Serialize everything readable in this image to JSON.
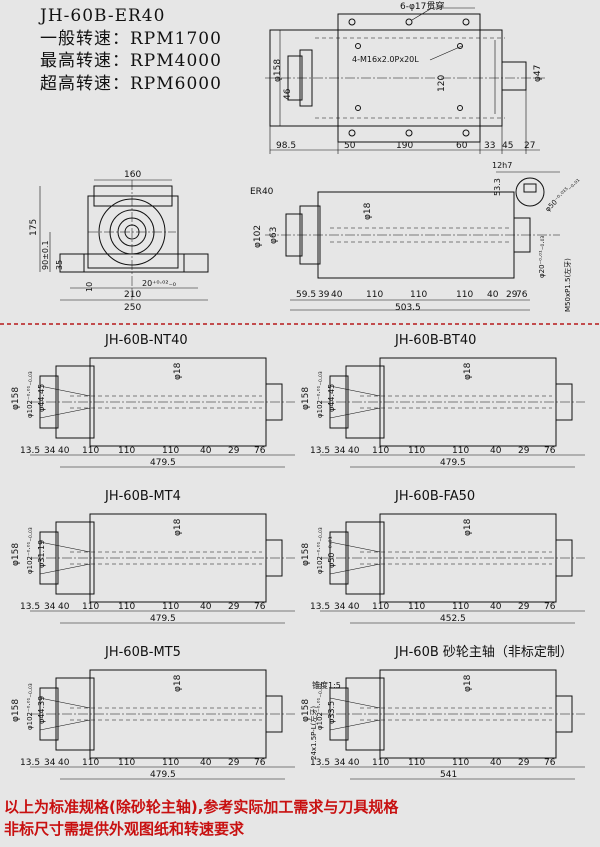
{
  "header": {
    "model": "JH-60B-ER40",
    "specs": [
      "一般转速：RPM1700",
      "最高转速：RPM4000",
      "超高转速：RPM6000"
    ]
  },
  "top_drawing": {
    "hole_note": "6-φ17贯穿",
    "thread_note": "4-M16x2.0Px20L",
    "dims": {
      "d158": "φ158",
      "d46": "46",
      "d120": "120",
      "d47": "φ47",
      "bottom": [
        "98.5",
        "50",
        "190",
        "60",
        "33",
        "45",
        "27"
      ]
    }
  },
  "front_view": {
    "dims": {
      "d160": "160",
      "d175": "175",
      "d90": "90±0.1",
      "d35": "35",
      "d10": "10",
      "d20": "20⁺⁰·⁰²₋₀",
      "d210": "210",
      "d250": "250"
    }
  },
  "side_view": {
    "labels": {
      "er40": "ER40",
      "d102": "φ102",
      "d63": "φ63",
      "d18": "φ18",
      "key": "12h7",
      "d533": "53.3",
      "d50": "φ50⁻⁰·⁰¹⁵₋₀.₀₁",
      "d20": "φ20⁻⁰·⁰¹₋₀.₀₃",
      "d20b": "φ20",
      "m50": "M50xP1.5(左牙)"
    },
    "dims": [
      "59.5",
      "39",
      "40",
      "110",
      "110",
      "110",
      "40",
      "29",
      "76"
    ],
    "total": "503.5"
  },
  "variants": [
    {
      "title": "JH-60B-NT40",
      "d158": "φ158",
      "d102": "φ102⁻⁰·⁰¹₋₀.₀₃",
      "inner": "φ44.45",
      "d18": "φ18",
      "dims": [
        "13.5",
        "34",
        "40",
        "110",
        "110",
        "110",
        "40",
        "29",
        "76"
      ],
      "total": "479.5"
    },
    {
      "title": "JH-60B-BT40",
      "d158": "φ158",
      "d102": "φ102⁻⁰·⁰¹₋₀.₀₃",
      "inner": "φ44.45",
      "d18": "φ18",
      "dims": [
        "13.5",
        "34",
        "40",
        "110",
        "110",
        "110",
        "40",
        "29",
        "76"
      ],
      "total": "479.5"
    },
    {
      "title": "JH-60B-MT4",
      "d158": "φ158",
      "d102": "φ102⁻⁰·⁰¹₋₀.₀₃",
      "inner": "φ31.19",
      "d18": "φ18",
      "dims": [
        "13.5",
        "34",
        "40",
        "110",
        "110",
        "110",
        "40",
        "29",
        "76"
      ],
      "total": "479.5"
    },
    {
      "title": "JH-60B-FA50",
      "d158": "φ158",
      "d102": "φ102⁻⁰·⁰¹₋₀.₀₃",
      "inner": "φ50⁻⁰·⁰¹",
      "d18": "φ18",
      "dims": [
        "13.5",
        "34",
        "40",
        "110",
        "110",
        "110",
        "40",
        "29",
        "76"
      ],
      "total": "452.5"
    },
    {
      "title": "JH-60B-MT5",
      "d158": "φ158",
      "d102": "φ102⁻⁰·⁰¹₋₀.₀₃",
      "inner": "φ44.39",
      "d18": "φ18",
      "dims": [
        "13.5",
        "34",
        "40",
        "110",
        "110",
        "110",
        "40",
        "29",
        "76"
      ],
      "total": "479.5"
    },
    {
      "title": "JH-60B 砂轮主轴（非标定制）",
      "d158": "φ158",
      "d102": "φ102⁻⁰·⁰¹₋₀.₀₃",
      "inner": "φ33.5",
      "d18": "φ18",
      "taper": "锥度1:5",
      "thread": "24x1.5P-L(左牙)",
      "dims": [
        "13.5",
        "34",
        "40",
        "110",
        "110",
        "110",
        "40",
        "29",
        "76"
      ],
      "total": "541"
    }
  ],
  "footer": {
    "line1": "以上为标准规格(除砂轮主轴),参考实际加工需求与刀具规格",
    "line2": "非标尺寸需提供外观图纸和转速要求"
  },
  "colors": {
    "background": "#e6e6e6",
    "lines": "#111111",
    "footer": "#c81010",
    "separator": "#b5191a"
  }
}
